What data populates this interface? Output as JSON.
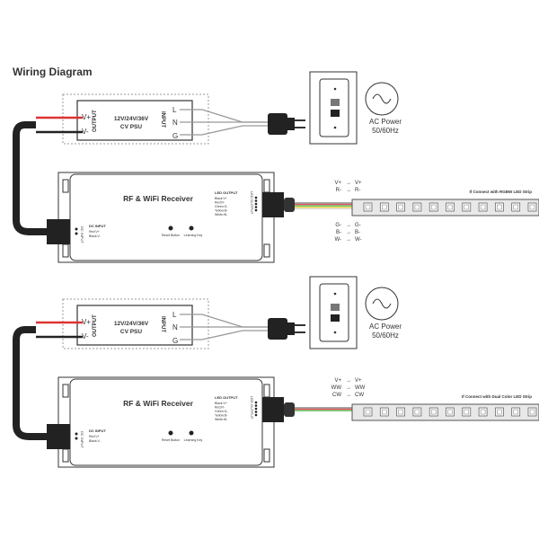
{
  "title": "Wiring Diagram",
  "diagrams": [
    {
      "psu": {
        "output_label": "OUTPUT",
        "v_plus": "V+",
        "v_minus": "V-",
        "line1": "12V/24V/36V",
        "line2": "CV PSU",
        "input_label": "INPUT",
        "l": "L",
        "n": "N",
        "g": "G"
      },
      "ac": {
        "line1": "AC Power",
        "line2": "50/60Hz"
      },
      "receiver": {
        "title": "RF & WiFi Receiver",
        "dc_input": "DC INPUT",
        "dc_lines": [
          "Red:V+",
          "Black:V-"
        ],
        "dc_side": "DC INPUT",
        "led_output": "LED OUTPUT",
        "led_lines": [
          "Black:V+",
          "Red:R-",
          "Green:G-",
          "Yellow:B-",
          "White:W-"
        ],
        "led_side": "LED OUTPUT",
        "reset": "Reset Button",
        "learning": "Learning Key"
      },
      "strip_title": "If Connect with RGBW LED Strip",
      "top_mapping": [
        [
          "V+",
          "V+"
        ],
        [
          "R-",
          "R-"
        ]
      ],
      "bottom_mapping": [
        [
          "G-",
          "G-"
        ],
        [
          "B-",
          "B-"
        ],
        [
          "W-",
          "W-"
        ]
      ],
      "wire_colors": [
        "#888888",
        "#e05050",
        "#60c060",
        "#e8d040",
        "#dddddd"
      ]
    },
    {
      "psu": {
        "output_label": "OUTPUT",
        "v_plus": "V+",
        "v_minus": "V-",
        "line1": "12V/24V/36V",
        "line2": "CV PSU",
        "input_label": "INPUT",
        "l": "L",
        "n": "N",
        "g": "G"
      },
      "ac": {
        "line1": "AC Power",
        "line2": "50/60Hz"
      },
      "receiver": {
        "title": "RF & WiFi Receiver",
        "dc_input": "DC INPUT",
        "dc_lines": [
          "Red:V+",
          "Black:V-"
        ],
        "dc_side": "DC INPUT",
        "led_output": "LED OUTPUT",
        "led_lines": [
          "Black:V+",
          "Red:R-",
          "Green:G-",
          "Yellow:B-",
          "White:W-"
        ],
        "led_side": "LED OUTPUT",
        "reset": "Reset Button",
        "learning": "Learning Key"
      },
      "strip_title": "If Connect with Dual Color LED Strip",
      "top_mapping": [
        [
          "V+",
          "V+"
        ],
        [
          "WW",
          "WW"
        ],
        [
          "CW",
          "CW"
        ]
      ],
      "bottom_mapping": [],
      "wire_colors": [
        "#888888",
        "#e05050",
        "#60c060"
      ]
    }
  ]
}
